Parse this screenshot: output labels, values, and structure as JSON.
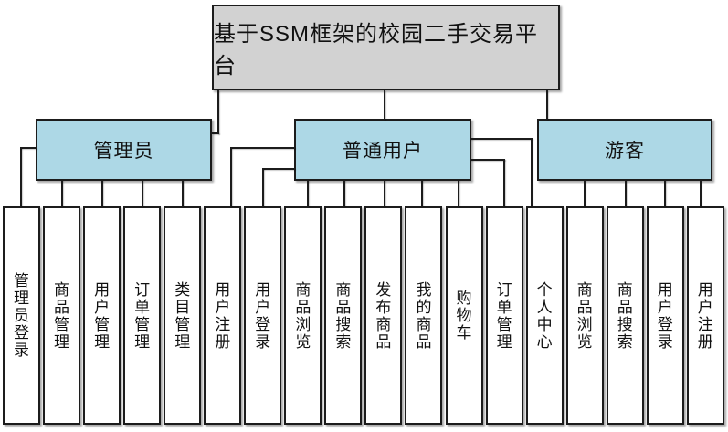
{
  "root": {
    "title": "基于SSM框架的校园二手交易平台"
  },
  "roles": [
    {
      "label": "管理员"
    },
    {
      "label": "普通用户"
    },
    {
      "label": "游客"
    }
  ],
  "leaves": [
    {
      "label": "管理员登录",
      "parent": "管理员"
    },
    {
      "label": "商品管理",
      "parent": "管理员"
    },
    {
      "label": "用户管理",
      "parent": "管理员"
    },
    {
      "label": "订单管理",
      "parent": "管理员"
    },
    {
      "label": "类目管理",
      "parent": "管理员"
    },
    {
      "label": "用户注册",
      "parent": "普通用户"
    },
    {
      "label": "用户登录",
      "parent": "普通用户"
    },
    {
      "label": "商品浏览",
      "parent": "普通用户"
    },
    {
      "label": "商品搜索",
      "parent": "普通用户"
    },
    {
      "label": "发布商品",
      "parent": "普通用户"
    },
    {
      "label": "我的商品",
      "parent": "普通用户"
    },
    {
      "label": "购物车",
      "parent": "普通用户"
    },
    {
      "label": "订单管理",
      "parent": "普通用户"
    },
    {
      "label": "个人中心",
      "parent": "普通用户"
    },
    {
      "label": "商品浏览",
      "parent": "游客"
    },
    {
      "label": "商品搜索",
      "parent": "游客"
    },
    {
      "label": "用户登录",
      "parent": "游客"
    },
    {
      "label": "用户注册",
      "parent": "游客"
    }
  ],
  "colors": {
    "root_fill": "#d2d2d2",
    "role_fill": "#add8e6",
    "leaf_fill": "#ffffff",
    "border": "#1c1c1c",
    "line": "#1c1c1c",
    "text": "#111111",
    "background": "#ffffff"
  }
}
